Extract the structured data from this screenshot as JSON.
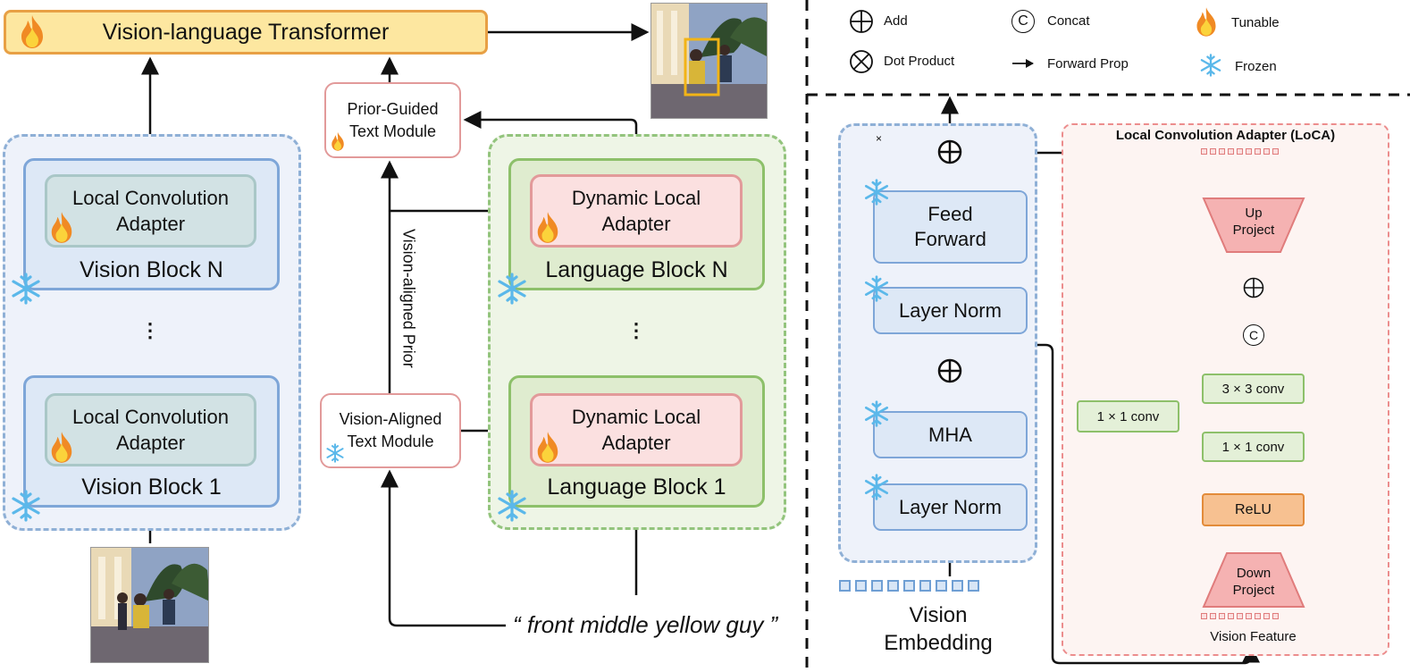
{
  "left": {
    "vlt_label": "Vision-language Transformer",
    "vision_block_top": "Vision Block N",
    "vision_block_bottom": "Vision Block 1",
    "loca_label_lines": [
      "Local Convolution",
      "Adapter"
    ],
    "language_block_top": "Language Block N",
    "language_block_bottom": "Language Block 1",
    "dla_label_lines": [
      "Dynamic Local",
      "Adapter"
    ],
    "prior_guided_lines": [
      "Prior-Guided",
      "Text Module"
    ],
    "vision_aligned_lines": [
      "Vision-Aligned",
      "Text Module"
    ],
    "vision_aligned_prior": "Vision-aligned Prior",
    "query_text": "“ front middle yellow guy ”",
    "ellipsis": "⋮"
  },
  "legend": {
    "add": "Add",
    "dot_product": "Dot Product",
    "concat": "Concat",
    "concat_symbol": "C",
    "forward_prop": "Forward Prop",
    "tunable": "Tunable",
    "frozen": "Frozen"
  },
  "right": {
    "times_mark": "×",
    "feed_forward_lines": [
      "Feed",
      "Forward"
    ],
    "layer_norm": "Layer Norm",
    "mha": "MHA",
    "vision_embedding_lines": [
      "Vision",
      "Embedding"
    ],
    "loca_title": "Local Convolution Adapter (LoCA)",
    "up_project_lines": [
      "Up",
      "Project"
    ],
    "down_project_lines": [
      "Down",
      "Project"
    ],
    "conv3": "3 × 3 conv",
    "conv1_right": "1 × 1 conv",
    "conv1_left": "1 × 1 conv",
    "relu": "ReLU",
    "vision_feature": "Vision Feature",
    "concat_symbol": "C"
  },
  "icons": {
    "tunable": "flame-icon",
    "frozen": "snowflake-icon",
    "add": "circle-plus-icon",
    "dot_product": "circle-times-icon",
    "concat": "circle-c-icon"
  },
  "colors": {
    "tunable": "#e8551f",
    "frozen": "#5bb8ea",
    "vision": "#7ea6d8",
    "language": "#8dc06a",
    "adapter": "#e29a9a",
    "transformer": "#e8a045"
  }
}
